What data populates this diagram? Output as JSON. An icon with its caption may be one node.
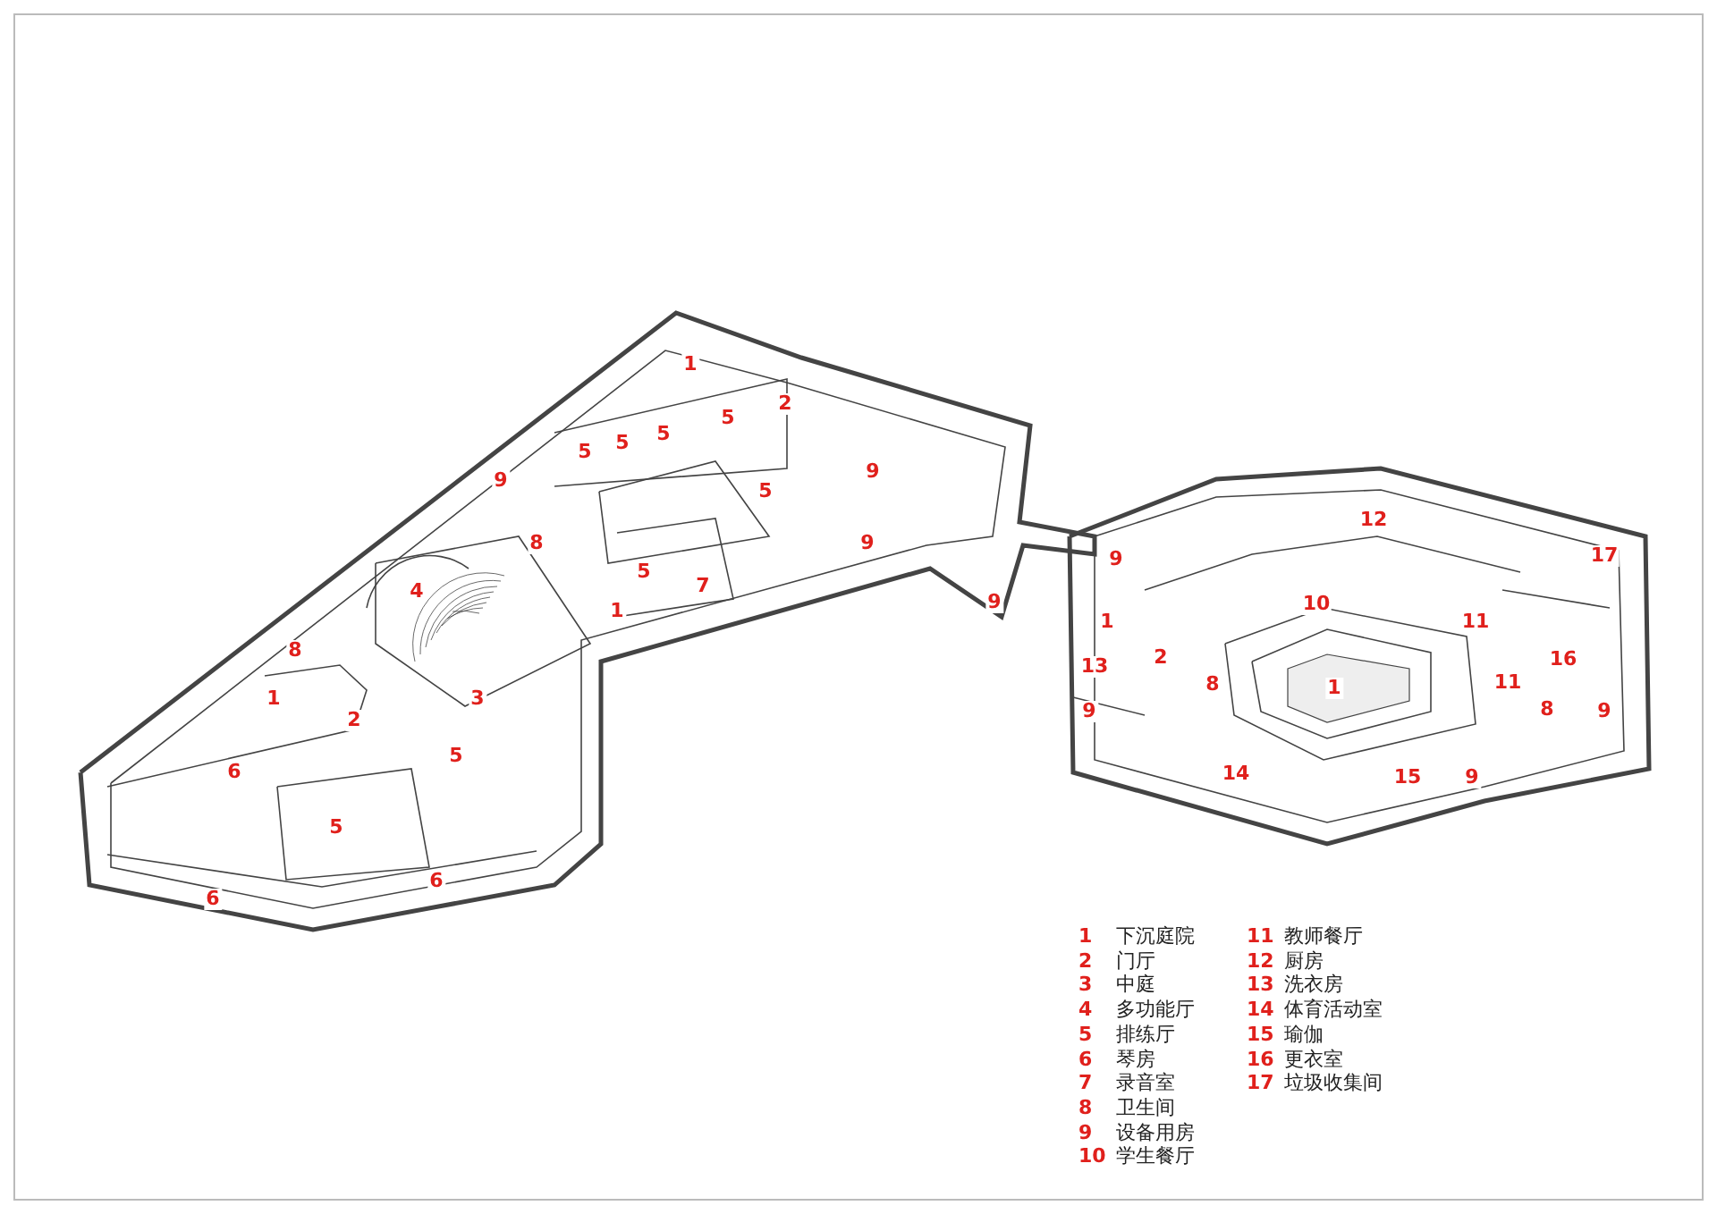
{
  "diagram": {
    "labels": [
      "1",
      "2",
      "5",
      "5",
      "5",
      "5",
      "9",
      "5",
      "9",
      "5",
      "7",
      "1",
      "9",
      "9",
      "8",
      "4",
      "8",
      "1",
      "3",
      "2",
      "5",
      "6",
      "5",
      "6",
      "6",
      "12",
      "9",
      "17",
      "1",
      "10",
      "11",
      "13",
      "2",
      "16",
      "8",
      "1",
      "11",
      "9",
      "8",
      "9",
      "14",
      "15",
      "9",
      "1",
      "下沉庭院",
      "2",
      "门厅",
      "3",
      "中庭",
      "4",
      "多功能厅",
      "5",
      "排练厅",
      "6",
      "琴房",
      "7",
      "录音室",
      "8",
      "卫生间",
      "9",
      "设备用房",
      "10",
      "学生餐厅",
      "11",
      "教师餐厅",
      "12",
      "厨房",
      "13",
      "洗衣房",
      "14",
      "体育活动室",
      "15",
      "瑜伽",
      "16",
      "更衣室",
      "17",
      "垃圾收集间"
    ]
  }
}
